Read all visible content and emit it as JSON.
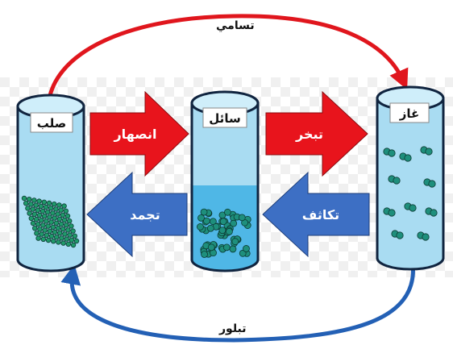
{
  "states": {
    "solid": "صلب",
    "liquid": "سائل",
    "gas": "غاز"
  },
  "processes": {
    "melting": "انصهار",
    "evaporation": "تبخر",
    "freezing": "تجمد",
    "condensation": "تكاثف",
    "sublimation": "تسامي",
    "deposition": "تبلور"
  },
  "colors": {
    "heating_arrow": "#e8141c",
    "cooling_arrow": "#3d6fc4",
    "sublimation_curve": "#e0161d",
    "deposition_curve": "#2360b5",
    "container_fill": "#a9dcf2",
    "liquid_fill": "#4fb7e6",
    "particle_solid": "#1f9a6a",
    "particle_fluid": "#1e8f7c",
    "outline": "#10243f"
  },
  "particles": {
    "solid": "lattice-grid",
    "liquid": "packed-random",
    "gas": "sparse-pairs"
  }
}
